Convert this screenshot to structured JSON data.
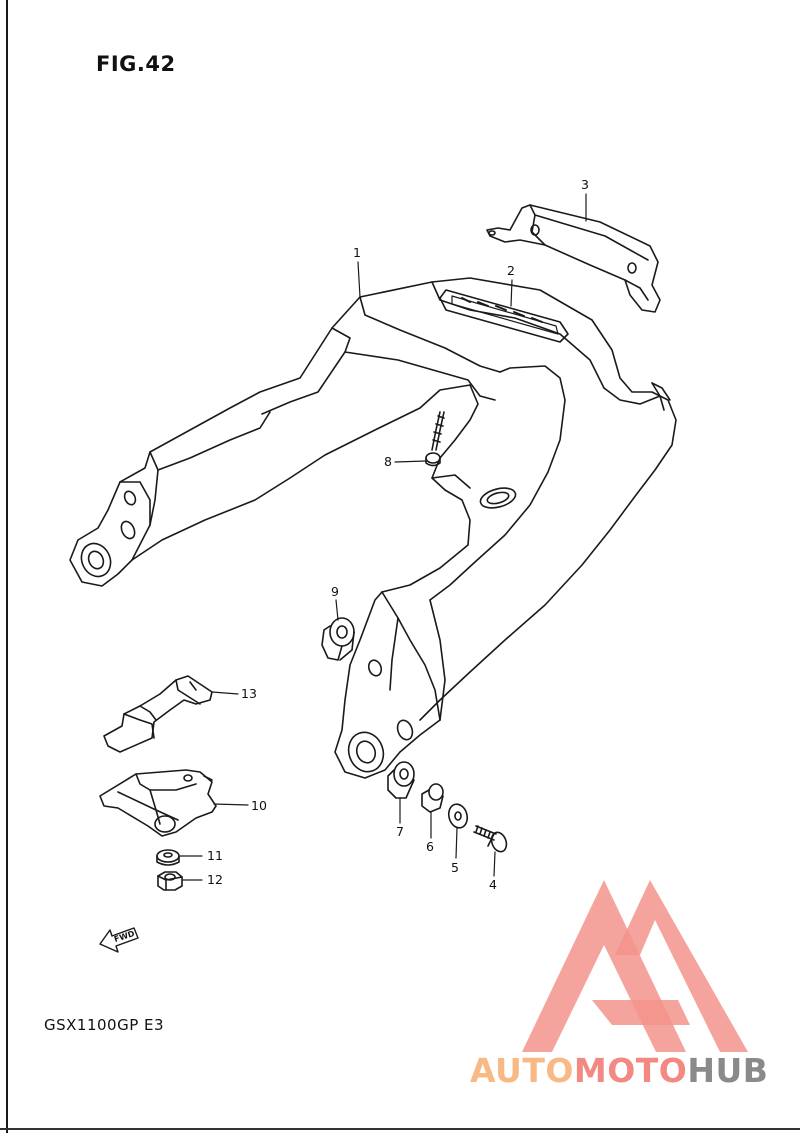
{
  "figure": {
    "title": "FIG.42",
    "model_code": "GSX1100GP E3",
    "fwd_label": "FWD"
  },
  "callouts": [
    {
      "num": "1"
    },
    {
      "num": "2"
    },
    {
      "num": "3"
    },
    {
      "num": "4"
    },
    {
      "num": "5"
    },
    {
      "num": "6"
    },
    {
      "num": "7"
    },
    {
      "num": "8"
    },
    {
      "num": "9"
    },
    {
      "num": "10"
    },
    {
      "num": "11"
    },
    {
      "num": "12"
    },
    {
      "num": "13"
    }
  ],
  "watermark": {
    "part1": "AUTO",
    "part2": "MOTO",
    "part3": "HUB",
    "color_part1": "#f8b984",
    "color_part2": "#f28a83",
    "color_part3": "#8a8a8a",
    "logo_color": "#f3938c"
  }
}
